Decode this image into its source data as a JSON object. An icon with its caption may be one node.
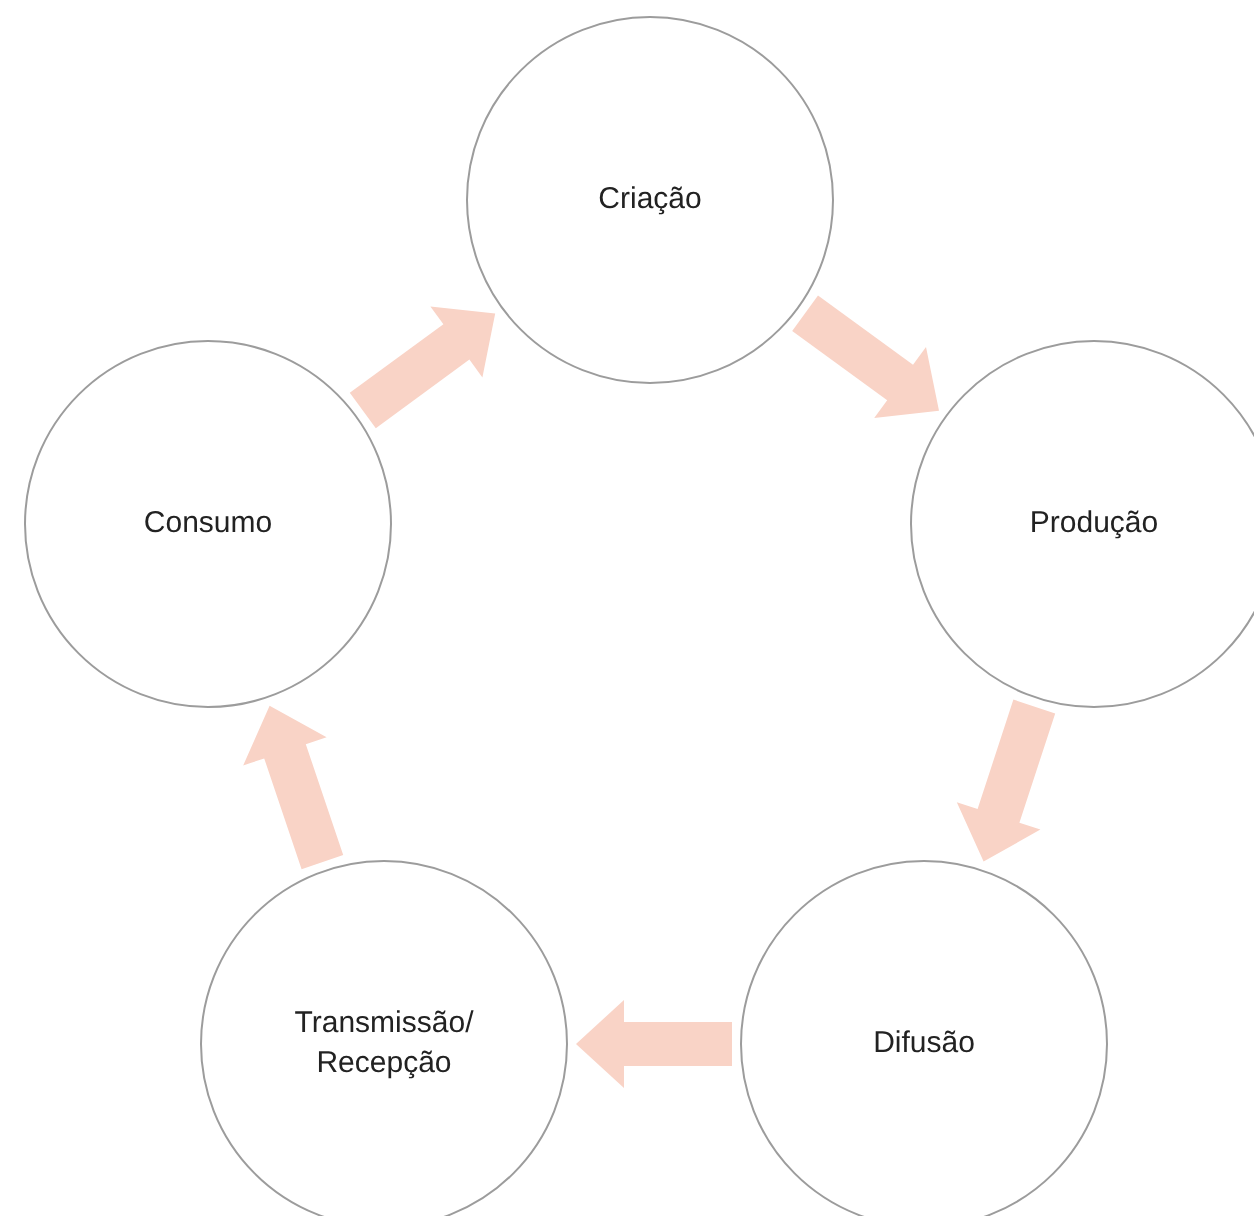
{
  "diagram": {
    "nodes": [
      {
        "text": [
          "Criação"
        ]
      },
      {
        "text": [
          "Produção"
        ]
      },
      {
        "text": [
          "Difusão"
        ]
      },
      {
        "text": [
          "Transmissão/ Recepção"
        ]
      },
      {
        "text": [
          "Consumo"
        ]
      }
    ],
    "edges": [
      {
        "from": 0,
        "to": 1,
        "arrow": "to"
      },
      {
        "from": 1,
        "to": 2,
        "arrow": "to"
      },
      {
        "from": 2,
        "to": 3,
        "arrow": "to"
      },
      {
        "from": 3,
        "to": 4,
        "arrow": "to"
      },
      {
        "from": 4,
        "to": 0,
        "arrow": "to"
      }
    ]
  }
}
